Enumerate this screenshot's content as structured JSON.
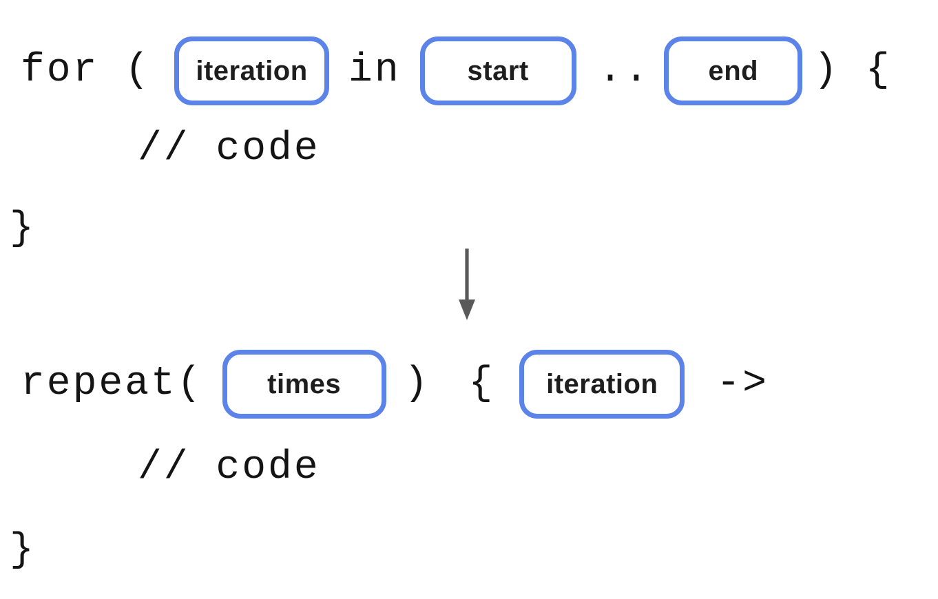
{
  "colors": {
    "slot_border_blue": "#5b83e8",
    "arrow_gray": "#595959",
    "code_text": "#141414",
    "slot_label_text": "#1e1e1e",
    "background": "#ffffff"
  },
  "diagram": {
    "before": {
      "keyword_prefix": "for (",
      "slot_iteration": "iteration",
      "operator_in": "in",
      "slot_start": "start",
      "range_operator": "..",
      "slot_end": "end",
      "suffix": ") {",
      "comment": "// code",
      "closing_brace": "}"
    },
    "transform_arrow": "down-arrow",
    "after": {
      "keyword_prefix": "repeat(",
      "slot_times": "times",
      "close_paren": ")",
      "open_brace": "{",
      "slot_iteration": "iteration",
      "lambda_arrow": "->",
      "comment": "// code",
      "closing_brace": "}"
    }
  }
}
